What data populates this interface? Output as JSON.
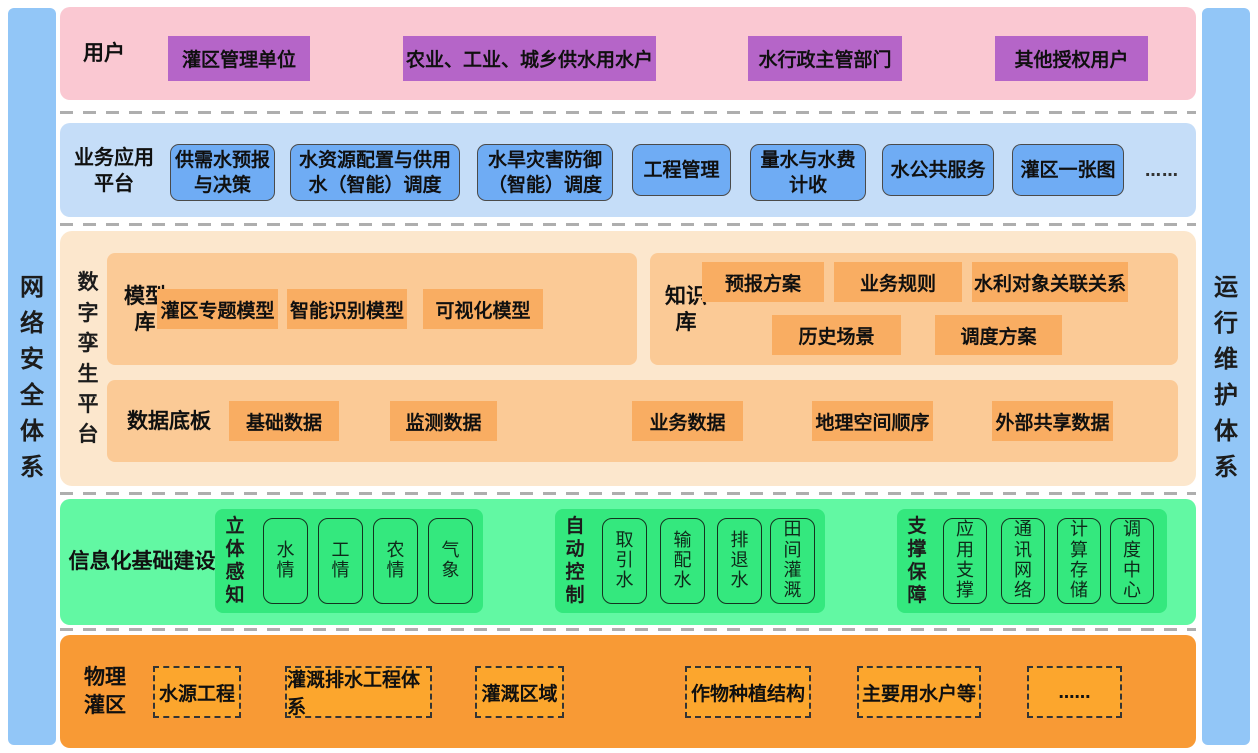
{
  "sidebars": {
    "left": "网络安全体系",
    "right": "运行维护体系"
  },
  "users": {
    "label": "用户",
    "items": [
      "灌区管理单位",
      "农业、工业、城乡供水用水户",
      "水行政主管部门",
      "其他授权用户"
    ]
  },
  "business": {
    "label": "业务应用平台",
    "items": [
      "供需水预报与决策",
      "水资源配置与供用水（智能）调度",
      "水旱灾害防御（智能）调度",
      "工程管理",
      "量水与水费计收",
      "水公共服务",
      "灌区一张图"
    ],
    "ellipsis": "……"
  },
  "digital_twin": {
    "label": "数字孪生平台",
    "model_lib": {
      "label": "模型库",
      "items": [
        "灌区专题模型",
        "智能识别模型",
        "可视化模型"
      ]
    },
    "knowledge_lib": {
      "label": "知识库",
      "row1": [
        "预报方案",
        "业务规则",
        "水利对象关联关系"
      ],
      "row2": [
        "历史场景",
        "调度方案"
      ]
    },
    "data_board": {
      "label": "数据底板",
      "items": [
        "基础数据",
        "监测数据",
        "业务数据",
        "地理空间顺序",
        "外部共享数据"
      ]
    }
  },
  "infrastructure": {
    "label": "信息化基础建设",
    "groups": [
      {
        "label": "立体感知",
        "items": [
          "水情",
          "工情",
          "农情",
          "气象"
        ]
      },
      {
        "label": "自动控制",
        "items": [
          "取引水",
          "输配水",
          "排退水",
          "田间灌溉"
        ]
      },
      {
        "label": "支撑保障",
        "items": [
          "应用支撑",
          "通讯网络",
          "计算存储",
          "调度中心"
        ]
      }
    ]
  },
  "physical": {
    "label": "物理灌区",
    "items": [
      "水源工程",
      "灌溉排水工程体系",
      "灌溉区域",
      "作物种植结构",
      "主要用水户等",
      "……"
    ]
  },
  "colors": {
    "sidebar": "#92c6f7",
    "users_bg": "#fac8d2",
    "users_box": "#b565c8",
    "business_bg": "#c5ddf8",
    "business_box": "#6facf4",
    "twin_bg": "#fce7cd",
    "twin_panel": "#fbca96",
    "twin_box": "#f9ad62",
    "infra_bg": "#62f8a3",
    "infra_group": "#34e87e",
    "physical_bg": "#f89a35",
    "physical_box": "#fca62d"
  }
}
